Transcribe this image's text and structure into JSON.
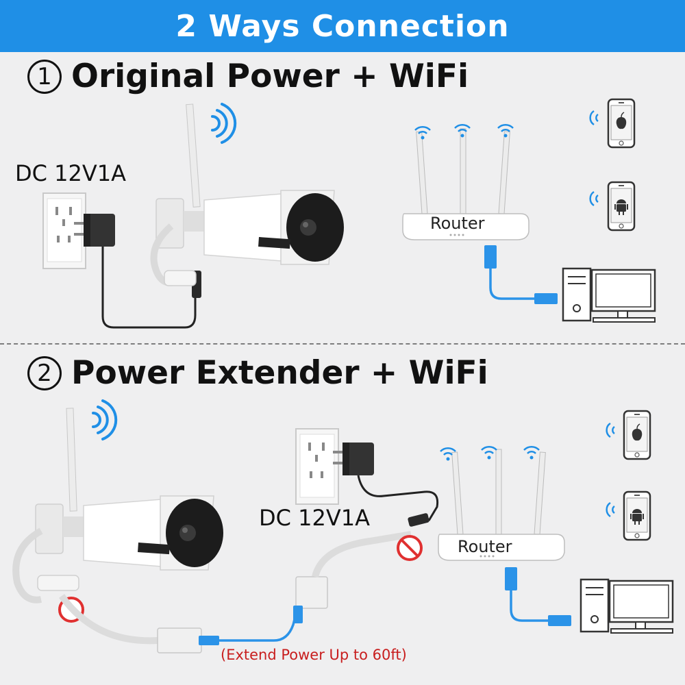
{
  "banner": {
    "title": "2  Ways Connection"
  },
  "section1": {
    "number": "1",
    "title": "Original Power + WiFi",
    "power_label": "DC 12V1A",
    "router_label": "Router"
  },
  "section2": {
    "number": "2",
    "title": "Power Extender + WiFi",
    "power_label": "DC 12V1A",
    "router_label": "Router",
    "extend_note": "(Extend Power Up to 60ft)"
  },
  "colors": {
    "banner": "#1f8fe6",
    "wifi": "#1f8fe6",
    "cable": "#2b93e8",
    "prohibit": "#e03030",
    "note": "#c81e1e"
  },
  "icons": [
    "wifi-waves-icon",
    "apple-phone-icon",
    "android-phone-icon",
    "router-icon",
    "computer-icon",
    "wall-socket-icon",
    "power-adapter-icon",
    "camera-icon",
    "prohibit-icon"
  ]
}
